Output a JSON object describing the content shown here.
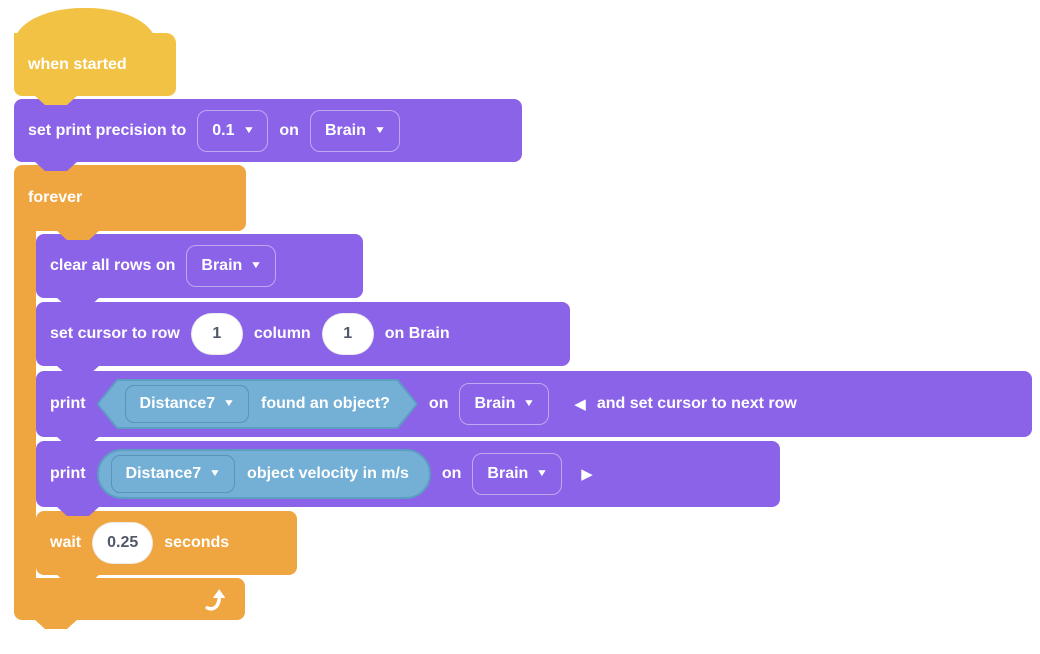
{
  "colors": {
    "hat_yellow": "#F2C244",
    "control_orange": "#F0A640",
    "print_purple": "#8B63E8",
    "sensor_blue_fill": "#74AFD5",
    "sensor_blue_border": "#5B9EC1",
    "input_text": "#51586A"
  },
  "script": {
    "when_started": {
      "label": "when started"
    },
    "set_print_precision": {
      "text1": "set print precision to",
      "precision": "0.1",
      "text2": "on",
      "device": "Brain"
    },
    "forever": {
      "label": "forever"
    },
    "clear_rows": {
      "text1": "clear all rows on",
      "device": "Brain"
    },
    "set_cursor": {
      "text1": "set cursor to row",
      "row": "1",
      "text2": "column",
      "column": "1",
      "text3": "on Brain"
    },
    "print_condition": {
      "text1": "print",
      "sensor": "Distance7",
      "condition": "found an object?",
      "text2": "on",
      "device": "Brain",
      "suffix": "and set cursor to next row"
    },
    "print_reporter": {
      "text1": "print",
      "sensor": "Distance7",
      "reporter": "object velocity in m/s",
      "text2": "on",
      "device": "Brain"
    },
    "wait": {
      "text1": "wait",
      "duration": "0.25",
      "text2": "seconds"
    }
  },
  "icons": {
    "dropdown": "▼",
    "collapse_left": "◀",
    "expand_right": "▶"
  }
}
